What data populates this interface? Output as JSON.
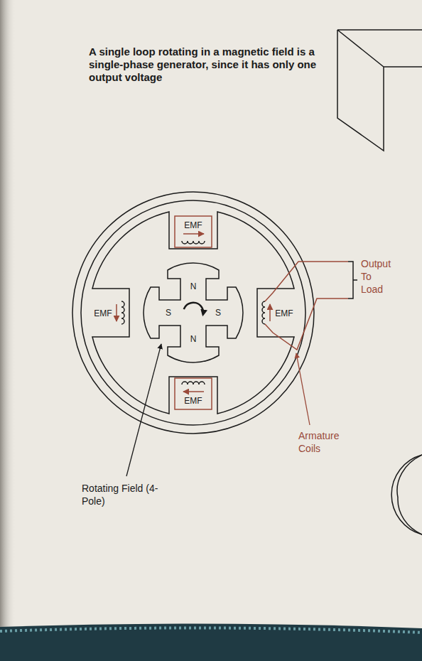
{
  "diagram": {
    "caption": "A single loop rotating in a magnetic field is a single-phase generator, since it has only one output voltage",
    "labels": [
      "EMF",
      "N",
      "EMF",
      "S",
      "S",
      "EMF",
      "Output To Load",
      "N",
      "EMF",
      "Armature Coils",
      "Rotating Field (4-Pole)"
    ]
  }
}
